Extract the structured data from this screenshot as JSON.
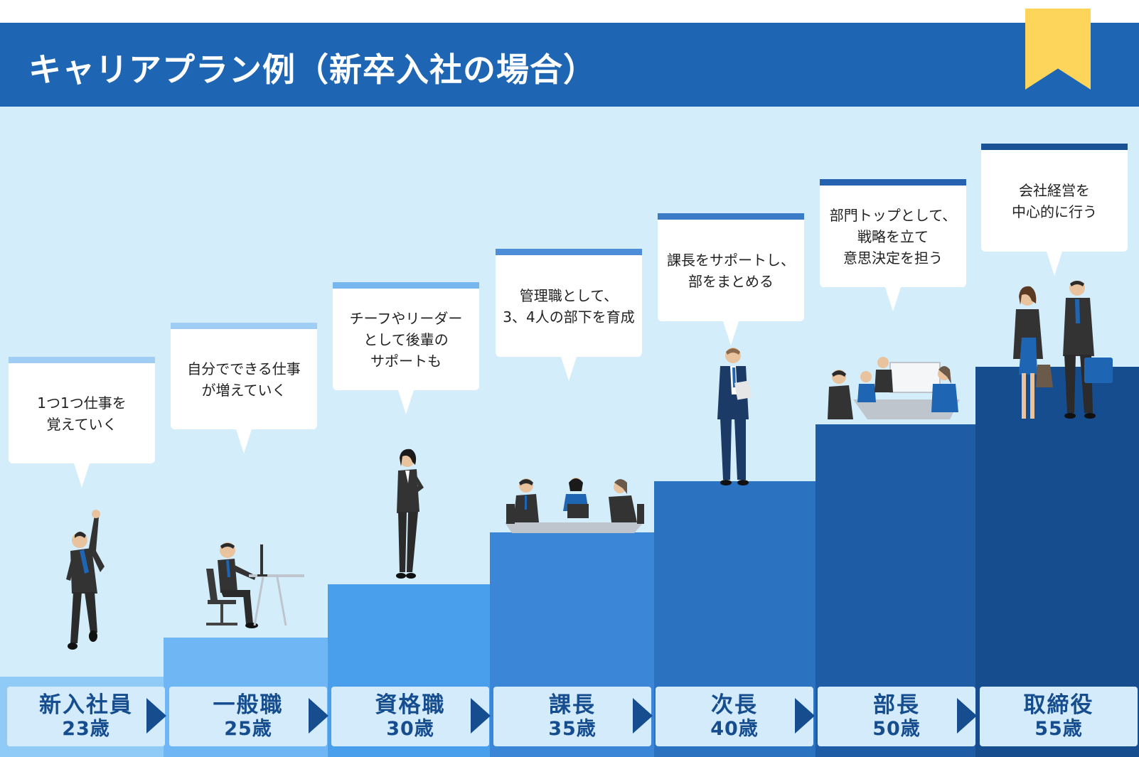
{
  "title": "キャリアプラン例（新卒入社の場合）",
  "colors": {
    "header": "#1e66b4",
    "ribbon": "#fdd55a",
    "background": "#d3edfb",
    "label_text": "#164d8f"
  },
  "steps": [
    {
      "role": "新入社員",
      "age": "23歳",
      "description": "1つ1つ仕事を\n覚えていく",
      "step_color": "#90cbf8",
      "bubble_bar": "#9fcdf4",
      "figure": "jumping-businessman-icon"
    },
    {
      "role": "一般職",
      "age": "25歳",
      "description": "自分でできる仕事\nが増えていく",
      "step_color": "#6fb6f5",
      "bubble_bar": "#9fcdf4",
      "figure": "desk-worker-icon"
    },
    {
      "role": "資格職",
      "age": "30歳",
      "description": "チーフやリーダー\nとして後輩の\nサポートも",
      "step_color": "#4a9fec",
      "bubble_bar": "#78b6ef",
      "figure": "standing-woman-icon"
    },
    {
      "role": "課長",
      "age": "35歳",
      "description": "管理職として、\n3、4人の部下を育成",
      "step_color": "#3b86d6",
      "bubble_bar": "#4e8ed8",
      "figure": "team-meeting-icon"
    },
    {
      "role": "次長",
      "age": "40歳",
      "description": "課長をサポートし、\n部をまとめる",
      "step_color": "#2b72c0",
      "bubble_bar": "#3a7bc8",
      "figure": "presenter-icon"
    },
    {
      "role": "部長",
      "age": "50歳",
      "description": "部門トップとして、\n戦略を立て\n意思決定を担う",
      "step_color": "#1f5ca6",
      "bubble_bar": "#2563b0",
      "figure": "strategy-meeting-icon"
    },
    {
      "role": "取締役",
      "age": "55歳",
      "description": "会社経営を\n中心的に行う",
      "step_color": "#164d8f",
      "bubble_bar": "#1a5296",
      "figure": "executives-icon"
    }
  ]
}
